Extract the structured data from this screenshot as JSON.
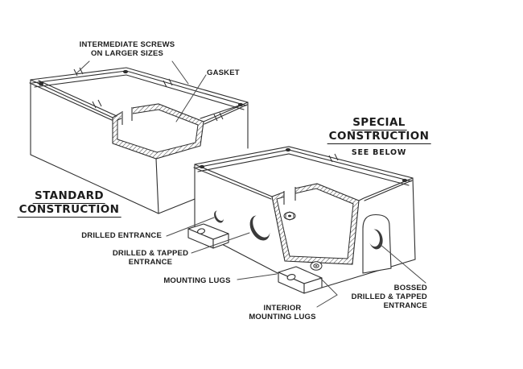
{
  "figure": "isometric line drawing of two electrical enclosure boxes",
  "colors": {
    "line": "#2e2e2e",
    "leader": "#4a4a4a",
    "text": "#1c1c1c",
    "background": "#ffffff"
  },
  "titles": {
    "standard": {
      "line1": "STANDARD",
      "line2": "CONSTRUCTION"
    },
    "special": {
      "line1": "SPECIAL",
      "line2": "CONSTRUCTION",
      "note": "SEE BELOW"
    }
  },
  "callouts": {
    "intermediate_screws": {
      "line1": "INTERMEDIATE SCREWS",
      "line2": "ON LARGER SIZES"
    },
    "gasket": {
      "label": "GASKET"
    },
    "drilled_entrance": {
      "label": "DRILLED ENTRANCE"
    },
    "drilled_tapped_entrance": {
      "line1": "DRILLED & TAPPED",
      "line2": "ENTRANCE"
    },
    "mounting_lugs": {
      "label": "MOUNTING LUGS"
    },
    "interior_mounting_lugs": {
      "line1": "INTERIOR",
      "line2": "MOUNTING LUGS"
    },
    "bossed_entrance": {
      "line1": "BOSSED",
      "line2": "DRILLED & TAPPED",
      "line3": "ENTRANCE"
    }
  }
}
